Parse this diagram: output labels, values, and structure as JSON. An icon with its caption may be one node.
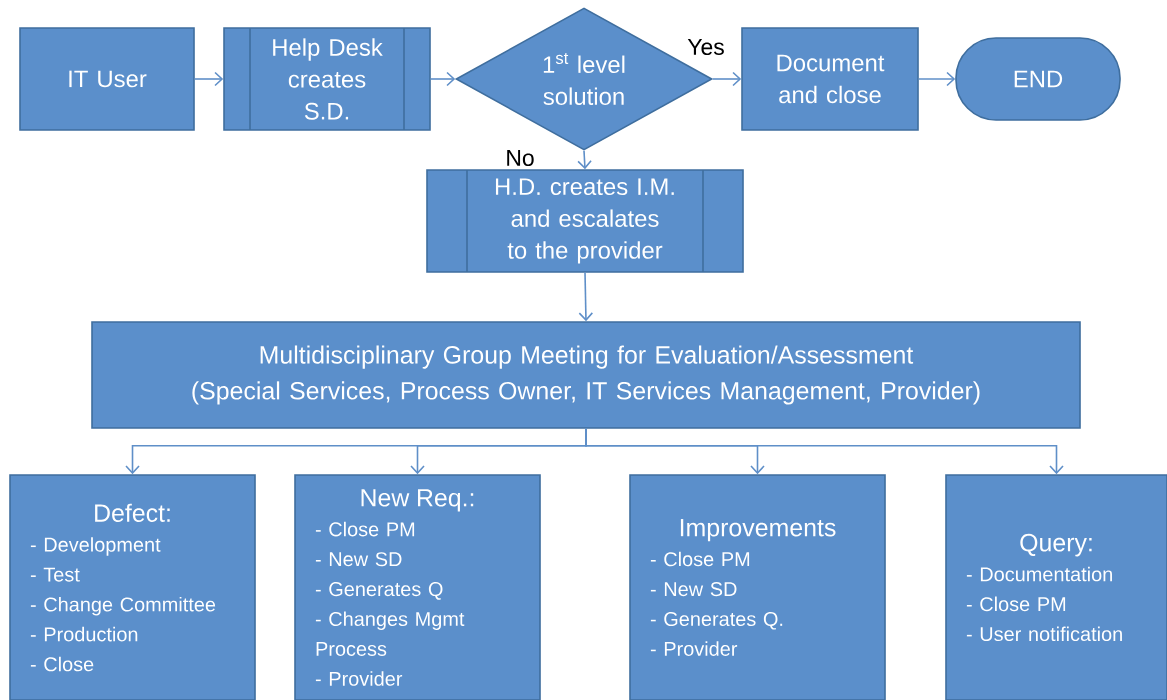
{
  "diagram": {
    "nodes": [
      {
        "text": [
          "IT User"
        ]
      },
      {
        "text": [
          "Help Desk creates S.D."
        ]
      },
      {
        "text": [
          "1$^{st}$ level solution"
        ]
      },
      {
        "text": [
          "Document and close"
        ]
      },
      {
        "text": [
          "END"
        ]
      },
      {
        "text": [
          "H.D. creates I.M. and escalates to the provider"
        ]
      },
      {
        "text": [
          "Multidisciplinary Group Meeting for Evaluation/Assessment",
          "(Special Services, Process Owner, IT Services Management, Provider)"
        ]
      },
      {
        "text": [
          "Defect:",
          "- Development",
          "- Test",
          "- Change Committee",
          "- Production",
          "- Close"
        ]
      },
      {
        "text": [
          "New Req.:",
          "- Close PM",
          "- New SD",
          "- Generates Q",
          "- Changes Mgmt Process",
          "- Provider"
        ]
      },
      {
        "text": [
          "Improvements",
          "- Close PM",
          "- New SD",
          "- Generates Q.",
          "- Provider"
        ]
      },
      {
        "text": [
          "Query:",
          "- Documentation",
          "- Close PM",
          "- User notification"
        ]
      }
    ],
    "edges": [
      {
        "from": 0,
        "to": 1,
        "arrow": "to"
      },
      {
        "from": 1,
        "to": 2,
        "arrow": "to"
      },
      {
        "from": 2,
        "to": 3,
        "arrow": "to",
        "label": "Yes"
      },
      {
        "from": 3,
        "to": 4,
        "arrow": "to"
      },
      {
        "from": 2,
        "to": 5,
        "arrow": "to",
        "label": "No"
      },
      {
        "from": 5,
        "to": 6,
        "arrow": "to"
      },
      {
        "from": 6,
        "to": 7,
        "arrow": "to"
      },
      {
        "from": 6,
        "to": 8,
        "arrow": "to"
      },
      {
        "from": 6,
        "to": 9,
        "arrow": "to"
      },
      {
        "from": 6,
        "to": 10,
        "arrow": "to"
      }
    ]
  }
}
